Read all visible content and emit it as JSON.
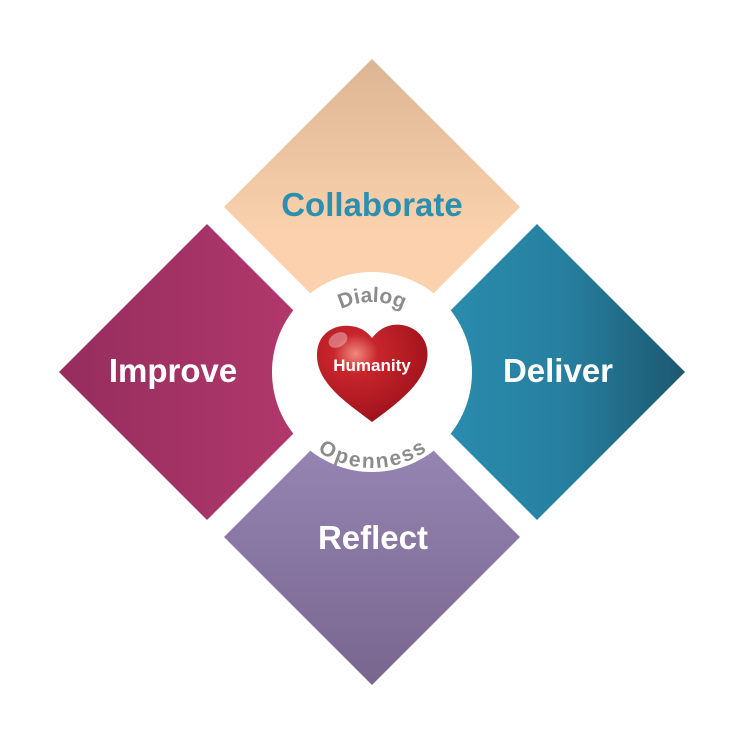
{
  "quadrants": {
    "top": {
      "label": "Collaborate",
      "text_color": "#2b8fb0",
      "colors": [
        "#dcb594",
        "#fbd2ad"
      ]
    },
    "left": {
      "label": "Improve",
      "text_color": "#ffffff",
      "colors": [
        "#952d5e",
        "#b83a6e"
      ]
    },
    "right": {
      "label": "Deliver",
      "text_color": "#ffffff",
      "colors": [
        "#2c92b6",
        "#1c5870"
      ]
    },
    "bottom": {
      "label": "Reflect",
      "text_color": "#ffffff",
      "colors": [
        "#9d8cbb",
        "#78668f"
      ]
    }
  },
  "center": {
    "heart_label": "Humanity",
    "top_arc_label": "Dialog",
    "bottom_arc_label": "Openness",
    "arc_text_color": "#8c8c8c",
    "heart_color": "#c0202a"
  }
}
